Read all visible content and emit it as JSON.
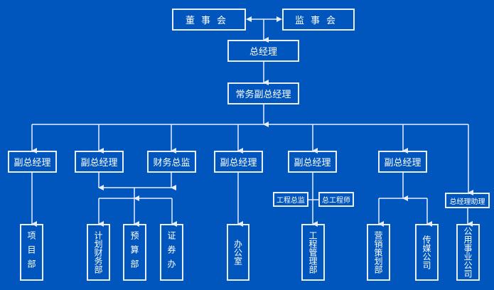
{
  "colors": {
    "background": "#0056bd",
    "line": "#e8eef8"
  },
  "top": {
    "board": "董事会",
    "supervisors": "监事会"
  },
  "gm": "总经理",
  "executive_vp": "常务副总经理",
  "level3": {
    "vp1": "副总经理",
    "vp2": "副总经理",
    "cfo": "财务总监",
    "vp3": "副总经理",
    "vp4": "副总经理",
    "vp5": "副总经理",
    "gm_assistant": "总经理助理"
  },
  "engineering": {
    "chief_supervisor": "工程总监",
    "chief_engineer": "总工程师"
  },
  "departments": {
    "project": "项目部",
    "planning_finance": "计划财务部",
    "budget": "预算部",
    "securities": "证券办",
    "office": "办公室",
    "engineering_mgmt": "工程管理部",
    "marketing": "营销策划部",
    "media": "传媒公司",
    "utilities": "公用事业公司"
  }
}
